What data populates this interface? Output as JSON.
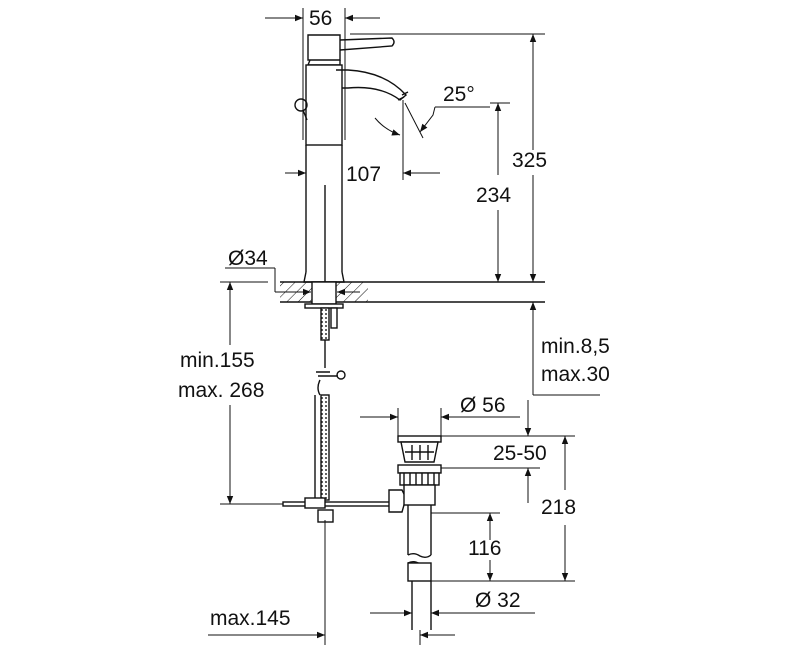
{
  "drawing": {
    "type": "technical dimension drawing",
    "subject": "basin mixer faucet with pop-up waste",
    "units": "mm"
  },
  "dimensions": {
    "lever_width": "56",
    "spout_angle": "25°",
    "spout_reach": "107",
    "spout_height": "234",
    "total_height": "325",
    "base_diameter": "Ø34",
    "hose_length_min": "min.155",
    "hose_length_max": "max. 268",
    "deck_thickness_min": "min.8,5",
    "deck_thickness_max": "max.30",
    "waste_top_diameter": "Ø 56",
    "waste_adjust_range": "25-50",
    "waste_height": "218",
    "waste_tail_length": "116",
    "waste_outlet_diameter": "Ø 32",
    "rod_offset_max": "max.145"
  },
  "colors": {
    "line": "#111111",
    "background": "#ffffff"
  }
}
